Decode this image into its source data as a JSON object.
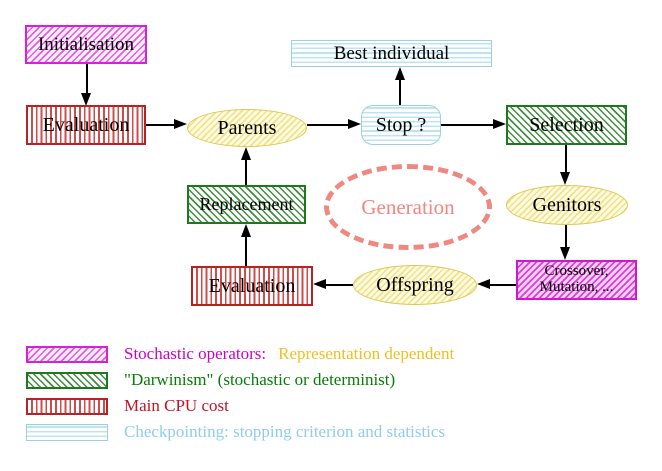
{
  "diagram": {
    "nodes": {
      "initialisation": {
        "label": "Initialisation"
      },
      "evaluation_top": {
        "label": "Evaluation"
      },
      "parents": {
        "label": "Parents"
      },
      "best_individual": {
        "label": "Best individual"
      },
      "stop": {
        "label": "Stop ?"
      },
      "selection": {
        "label": "Selection"
      },
      "genitors": {
        "label": "Genitors"
      },
      "crossover_mutation": {
        "line1": "Crossover,",
        "line2": "Mutation, ..."
      },
      "offspring": {
        "label": "Offspring"
      },
      "evaluation_bottom": {
        "label": "Evaluation"
      },
      "replacement": {
        "label": "Replacement"
      },
      "generation": {
        "label": "Generation"
      }
    },
    "legend": [
      {
        "swatch": "magenta-diagonal-hatch",
        "text": "Stochastic operators:",
        "text2": "Representation dependent"
      },
      {
        "swatch": "green-diagonal-hatch",
        "text": "\"Darwinism\" (stochastic or determinist)"
      },
      {
        "swatch": "red-vertical-stripes",
        "text": "Main CPU cost"
      },
      {
        "swatch": "cyan-horizontal-stripes",
        "text": "Checkpointing: stopping criterion and statistics"
      }
    ],
    "colors": {
      "magenta_border": "#da1fda",
      "green_border": "#1d791d",
      "red_border": "#b92222",
      "cyan_border": "#9bcfe4",
      "yellow_border": "#dcc855",
      "salmon_dashed": "#ee8880",
      "legend_magenta_text": "#cc00cc",
      "legend_gold_text": "#f0c020",
      "legend_green_text": "#067d06",
      "legend_red_text": "#c51224",
      "legend_cyan_text": "#8fcdec"
    }
  }
}
